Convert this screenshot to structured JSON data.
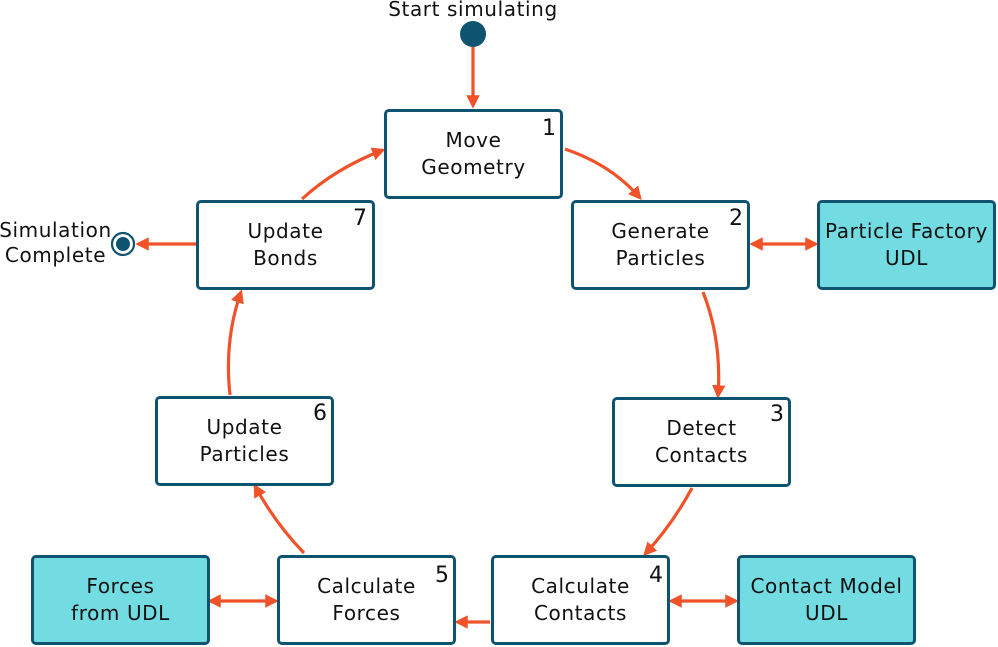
{
  "start_label": "Start simulating",
  "end_label": "Simulation\nComplete",
  "steps": [
    {
      "number": "1",
      "label": "Move\nGeometry"
    },
    {
      "number": "2",
      "label": "Generate\nParticles"
    },
    {
      "number": "3",
      "label": "Detect\nContacts"
    },
    {
      "number": "4",
      "label": "Calculate\nContacts"
    },
    {
      "number": "5",
      "label": "Calculate\nForces"
    },
    {
      "number": "6",
      "label": "Update\nParticles"
    },
    {
      "number": "7",
      "label": "Update\nBonds"
    }
  ],
  "udl_boxes": {
    "particle_factory": "Particle Factory\nUDL",
    "contact_model": "Contact Model\nUDL",
    "forces": "Forces\nfrom UDL"
  },
  "colors": {
    "box_border": "#0e5470",
    "udl_fill": "#72dce2",
    "arrow": "#f0522a",
    "node": "#0e5470"
  }
}
